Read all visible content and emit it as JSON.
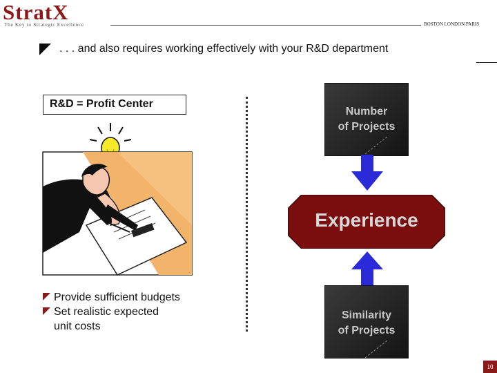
{
  "header": {
    "logo_text": "StratX",
    "logo_tagline": "The Key to Strategic Excellence",
    "cities": "BOSTON LONDON PARIS"
  },
  "headline": ". . . and also requires working effectively with your R&D department",
  "left_panel": {
    "label": "R&D = Profit Center",
    "bullets": [
      "Provide sufficient budgets",
      "Set realistic expected",
      "unit costs"
    ]
  },
  "diagram": {
    "top_box": {
      "line1": "Number",
      "line2": "of Projects"
    },
    "center": "Experience",
    "bottom_box": {
      "line1": "Similarity",
      "line2": "of Projects"
    }
  },
  "page_number": "10",
  "colors": {
    "brand": "#8a1a1a",
    "arrow": "#2a2ad8",
    "box": "#1f1f1f",
    "box_text": "#c8c8c8"
  }
}
